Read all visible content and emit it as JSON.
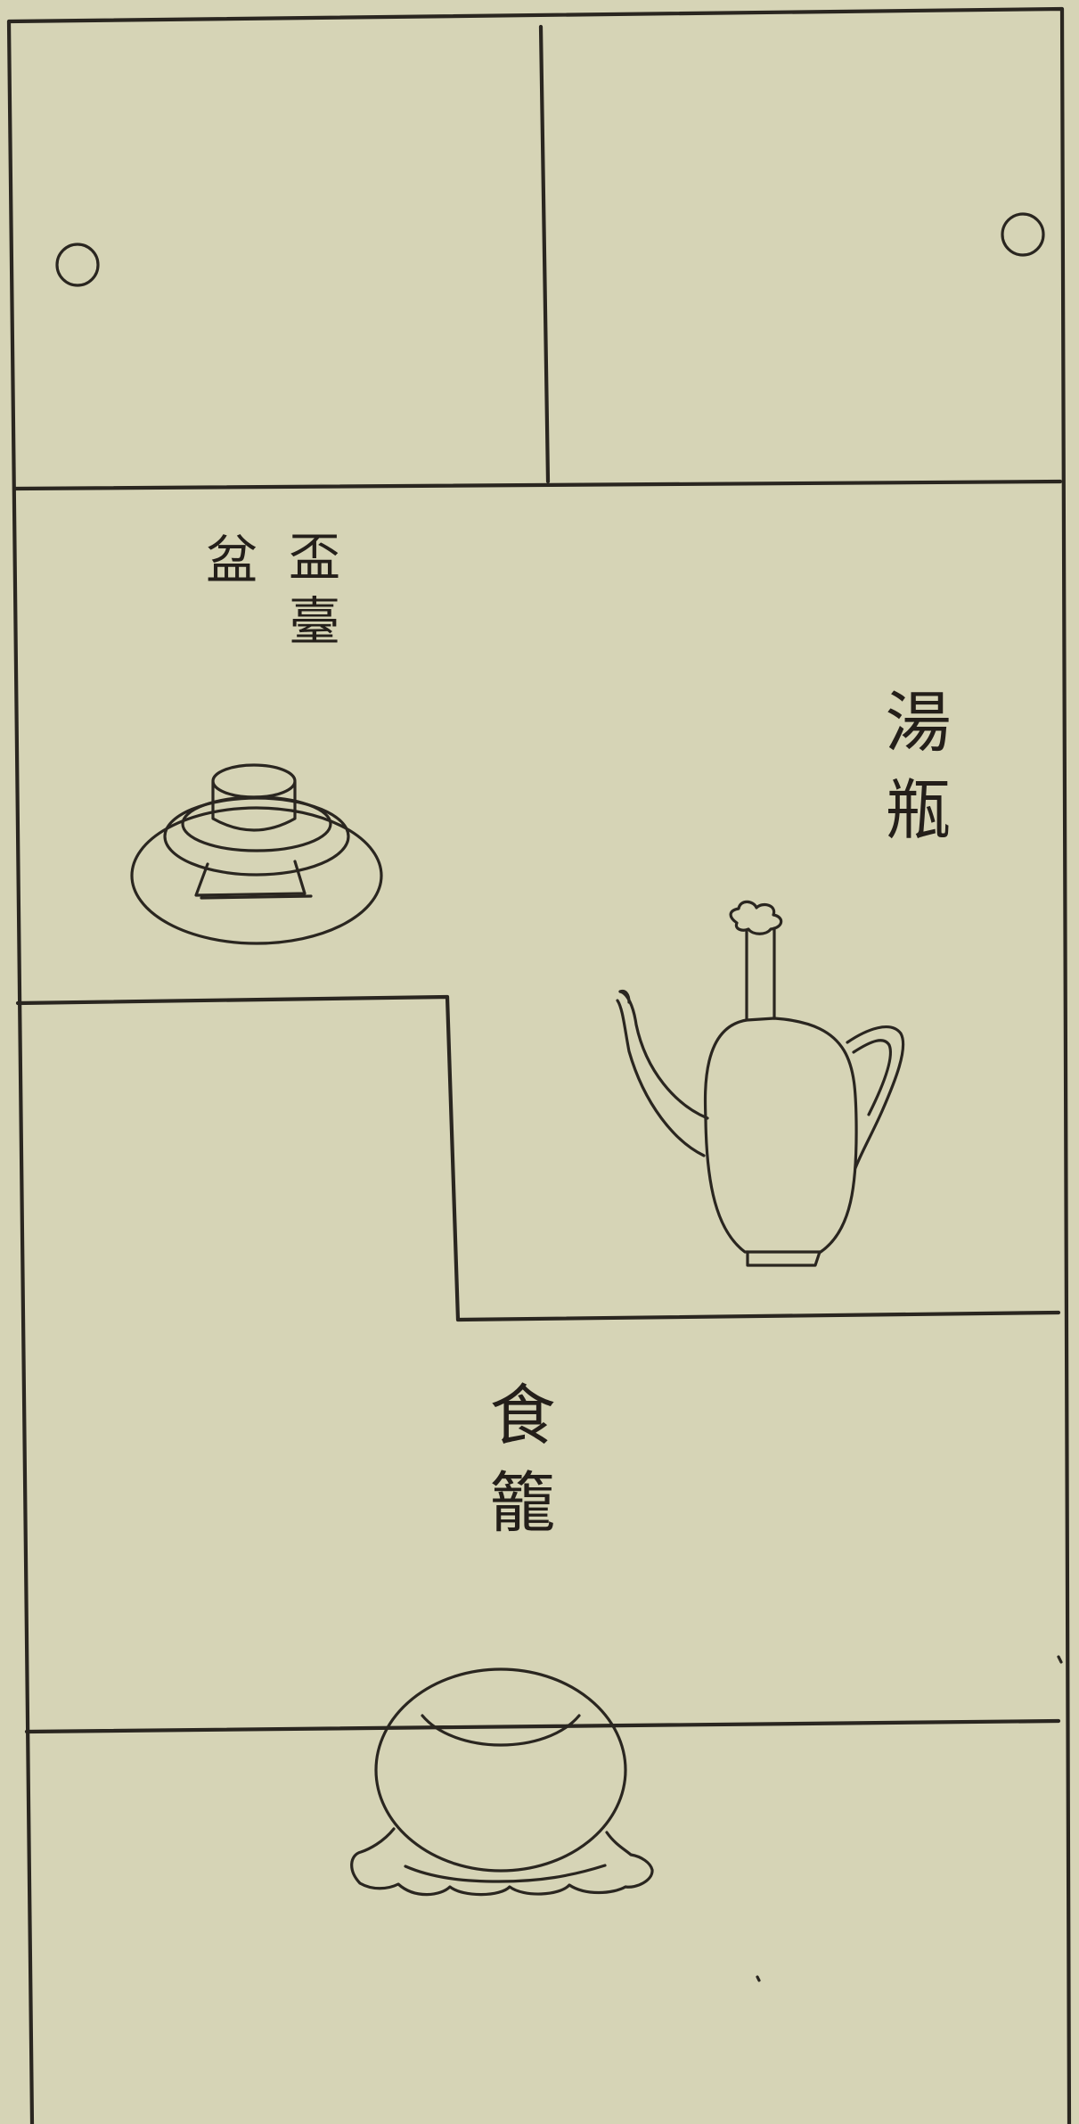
{
  "labels": {
    "ink_cup_stand": {
      "line_1": "盃臺",
      "line_2": "盆"
    },
    "ink_ewer": "湯瓶",
    "ink_food_container": "食籠"
  },
  "colors": {
    "paper": "#d6d4b6",
    "ink": "#2a2620"
  },
  "illustrations": {
    "panels": [
      "top-left-panel",
      "top-right-panel",
      "middle-panel",
      "lower-left-panel",
      "lower-right-panel",
      "bottom-panel"
    ],
    "objects": [
      "cup-stand",
      "ewer",
      "food-container"
    ]
  }
}
